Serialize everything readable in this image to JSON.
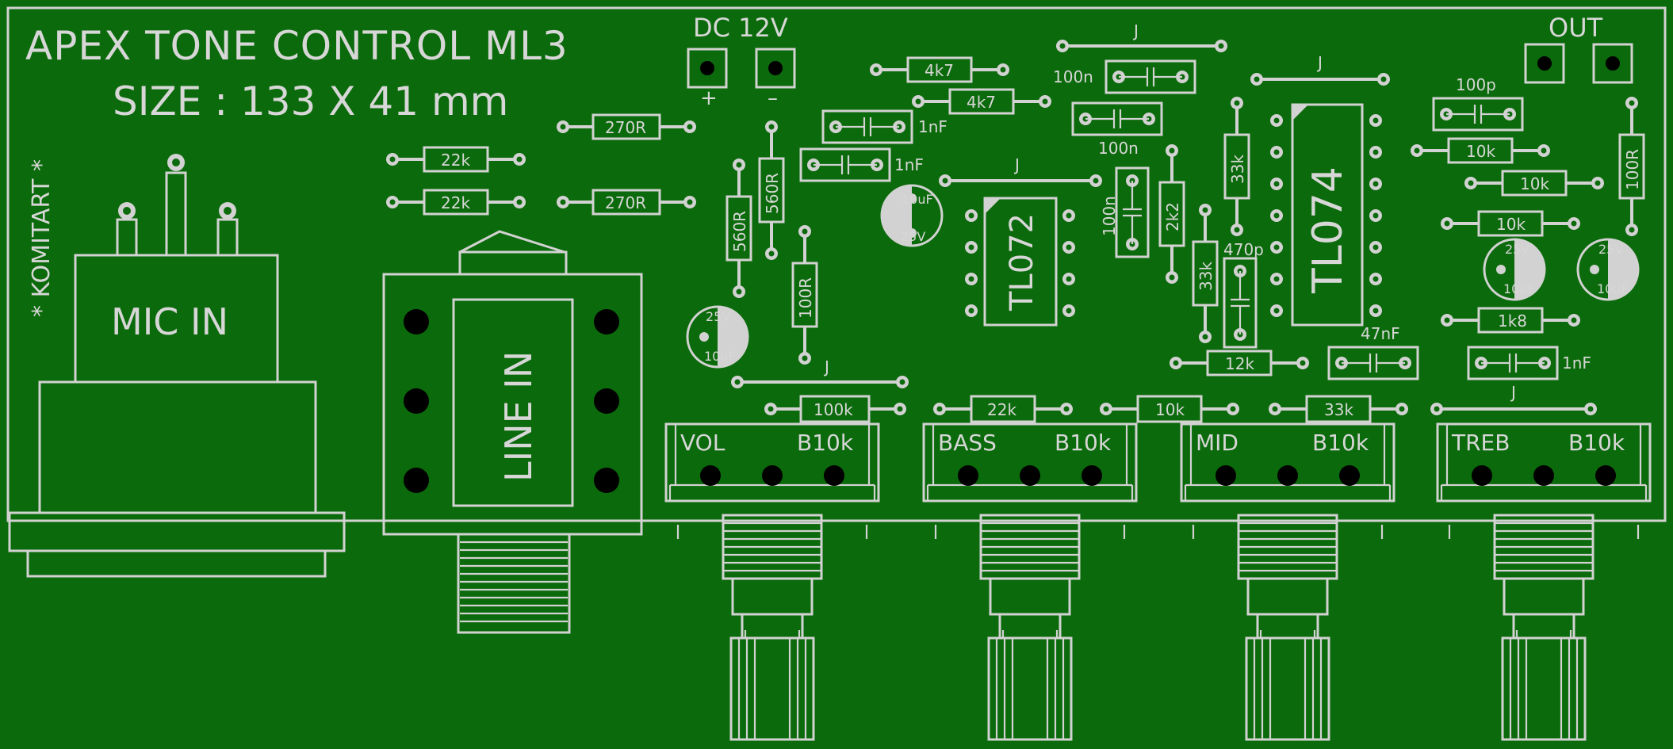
{
  "title": "APEX TONE CONTROL ML3",
  "size": "SIZE : 133 X 41 mm",
  "brand": "* KOMITART *",
  "connectors": {
    "mic": "MIC IN",
    "line": "LINE IN",
    "power": "DC 12V",
    "out": "OUT",
    "plus": "+",
    "minus": "–"
  },
  "ics": {
    "u1": "TL072",
    "u2": "TL074"
  },
  "jumper": "J",
  "resistors": {
    "r22k_a": "22k",
    "r22k_b": "22k",
    "r270_a": "270R",
    "r270_b": "270R",
    "r560_a": "560R",
    "r560_b": "560R",
    "r100r_a": "100R",
    "r100r_b": "100R",
    "r4k7_a": "4k7",
    "r4k7_b": "4k7",
    "r2k2": "2k2",
    "r33k_a": "33k",
    "r33k_b": "33k",
    "r12k": "12k",
    "r10k_a": "10k",
    "r10k_b": "10k",
    "r10k_c": "10k",
    "r10k_d": "10k",
    "r1k8": "1k8",
    "r100k": "100k",
    "r22k_c": "22k",
    "r33k_c": "33k"
  },
  "caps": {
    "c1nf_a": "1nF",
    "c1nf_b": "1nF",
    "c1nf_c": "1nF",
    "c100n_a": "100n",
    "c100n_b": "100n",
    "c100n_c": "100n",
    "c100p": "100p",
    "c470p": "470p",
    "c47nf": "47nF"
  },
  "electrolytics": {
    "value": "10uF",
    "voltage": "25V"
  },
  "pots": [
    {
      "name": "VOL",
      "value": "B10k"
    },
    {
      "name": "BASS",
      "value": "B10k"
    },
    {
      "name": "MID",
      "value": "B10k"
    },
    {
      "name": "TREB",
      "value": "B10k"
    }
  ]
}
